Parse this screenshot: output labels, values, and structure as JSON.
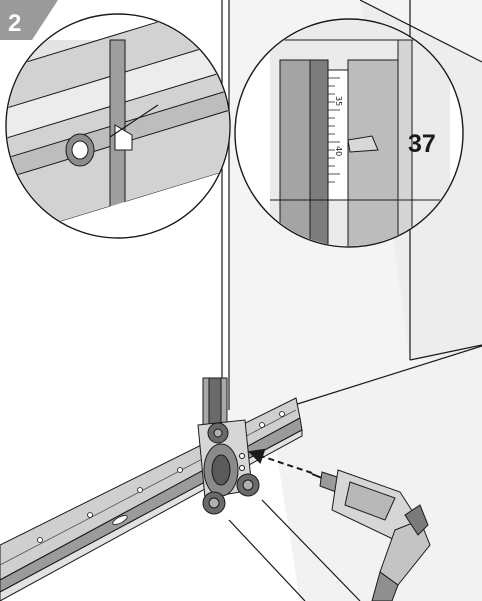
{
  "step_number": "2",
  "measurement_label": "37",
  "scale_tick_labels": [
    "35",
    "40"
  ],
  "colors": {
    "badge": "#9a9a9a",
    "line": "#1a1a1a",
    "wall_shadow": "#ececec",
    "part_dark": "#6a6a6a",
    "part_mid": "#a8a8a8",
    "part_light": "#d6d6d6"
  }
}
